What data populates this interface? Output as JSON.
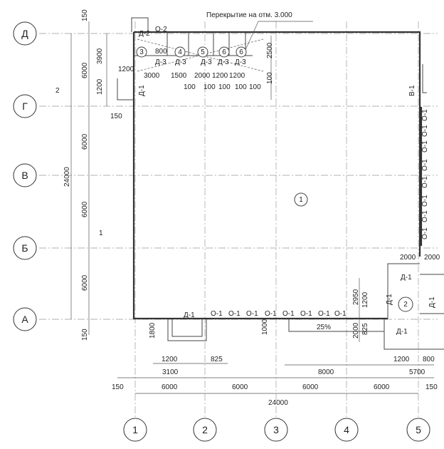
{
  "title": "Перекрытие на отм. 3.000",
  "axes": {
    "rows": [
      "Д",
      "Г",
      "В",
      "Б",
      "А"
    ],
    "columns": [
      "1",
      "2",
      "3",
      "4",
      "5"
    ]
  },
  "rooms": [
    "3",
    "4",
    "5",
    "6",
    "6",
    "1",
    "2"
  ],
  "labels": [
    "Д-2",
    "О-2",
    "800",
    "Д-3",
    "Д-3",
    "Д-3",
    "Д-3",
    "Д-3",
    "1200",
    "3000",
    "1500",
    "2000",
    "1200",
    "1200",
    "100",
    "100",
    "100",
    "100",
    "100",
    "2500",
    "100",
    "Д-1",
    "В-1",
    "150",
    "3900",
    "1200",
    "6000",
    "6000",
    "6000",
    "6000",
    "24000",
    "150",
    "150",
    "2",
    "1",
    "О-1",
    "О-1",
    "О-1",
    "О-1",
    "О-1",
    "О-1",
    "О-1",
    "О-1",
    "О-1",
    "О-1",
    "О-1",
    "О-1",
    "О-1",
    "О-1",
    "О-1",
    "О-1",
    "Д-1",
    "1800",
    "1000",
    "25%",
    "2950",
    "1200",
    "2000",
    "825",
    "2000",
    "2000",
    "Д-1",
    "Д-1",
    "Д-1",
    "Д-1",
    "1200",
    "800",
    "5700",
    "8000",
    "1200",
    "825",
    "3100",
    "150",
    "6000",
    "6000",
    "6000",
    "6000",
    "150",
    "24000"
  ]
}
